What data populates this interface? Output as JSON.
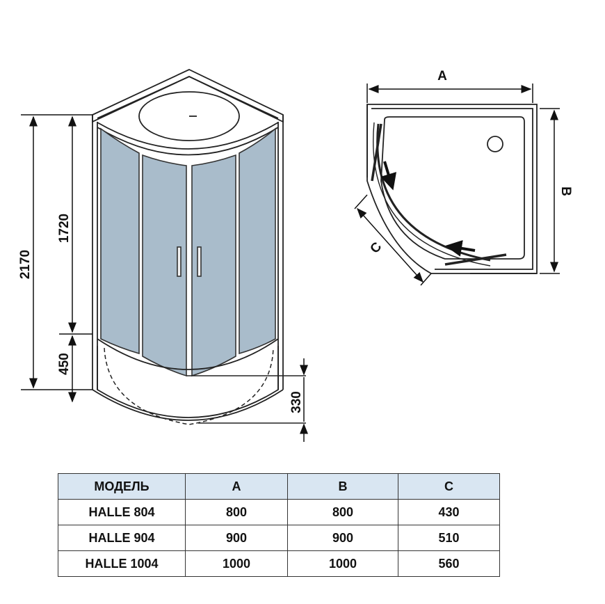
{
  "side_view": {
    "height_total": "2170",
    "height_door": "1720",
    "height_tray": "450",
    "tray_depth": "330"
  },
  "plan_view": {
    "label_a": "A",
    "label_b": "B",
    "label_c": "C"
  },
  "table": {
    "headers": [
      "МОДЕЛЬ",
      "A",
      "B",
      "C"
    ],
    "rows": [
      [
        "HALLE 804",
        "800",
        "800",
        "430"
      ],
      [
        "HALLE 904",
        "900",
        "900",
        "510"
      ],
      [
        "HALLE 1004",
        "1000",
        "1000",
        "560"
      ]
    ],
    "header_color": "#d9e6f2"
  }
}
